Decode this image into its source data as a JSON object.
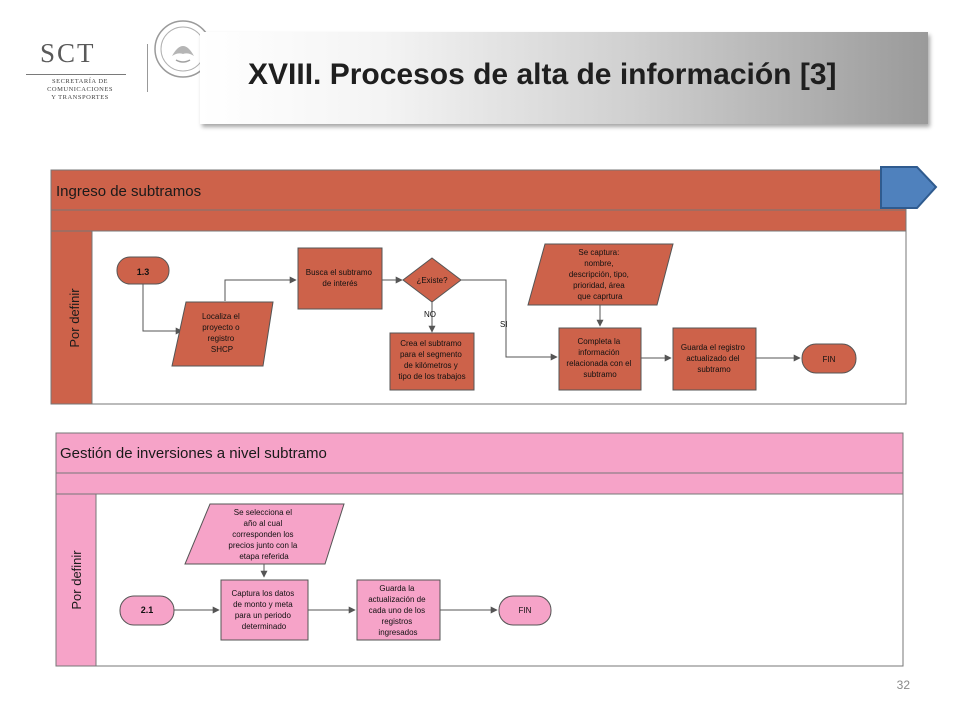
{
  "header": {
    "logo_text": "SCT",
    "logo_sub_lines": [
      "SECRETARÍA DE",
      "COMUNICACIONES",
      "Y TRANSPORTES"
    ],
    "title": "XVIII. Procesos de alta de información [3]"
  },
  "colors": {
    "lane1_header": "#cd624a",
    "lane1_body": "#cd624a",
    "lane2_header": "#f6a3c8",
    "lane2_body": "#f6a3c8",
    "nav_arrow": "#4f81bd",
    "shape_stroke": "#555555"
  },
  "lane1": {
    "title": "Ingreso de subtramos",
    "role": "Por definir",
    "nodes": {
      "start": "1.3",
      "localiza": [
        "Localiza el",
        "proyecto o",
        "registro",
        "SHCP"
      ],
      "busca": [
        "Busca el subtramo",
        "de interés"
      ],
      "decision": "¿Existe?",
      "no_label": "NO",
      "si_label": "SI",
      "crea": [
        "Crea el subtramo",
        "para el segmento",
        "de kilómetros y",
        "tipo de los trabajos"
      ],
      "captura": [
        "Se captura:",
        "nombre,",
        "descripción, tipo,",
        "prioridad, área",
        "que caprtura"
      ],
      "completa": [
        "Completa la",
        "información",
        "relacionada con el",
        "subtramo"
      ],
      "guarda": [
        "Guarda el registro",
        "actualizado del",
        "subtramo"
      ],
      "fin": "FIN"
    }
  },
  "lane2": {
    "title": "Gestión de inversiones a nivel subtramo",
    "role": "Por definir",
    "nodes": {
      "selecciona": [
        "Se selecciona el",
        "año al cual",
        "corresponden los",
        "precios junto con la",
        "etapa referida"
      ],
      "start": "2.1",
      "captura": [
        "Captura los datos",
        "de monto y meta",
        "para un periodo",
        "determinado"
      ],
      "guarda": [
        "Guarda la",
        "actualización de",
        "cada uno de los",
        "registros",
        "ingresados"
      ],
      "fin": "FIN"
    }
  },
  "footer": {
    "page_number": "32"
  }
}
